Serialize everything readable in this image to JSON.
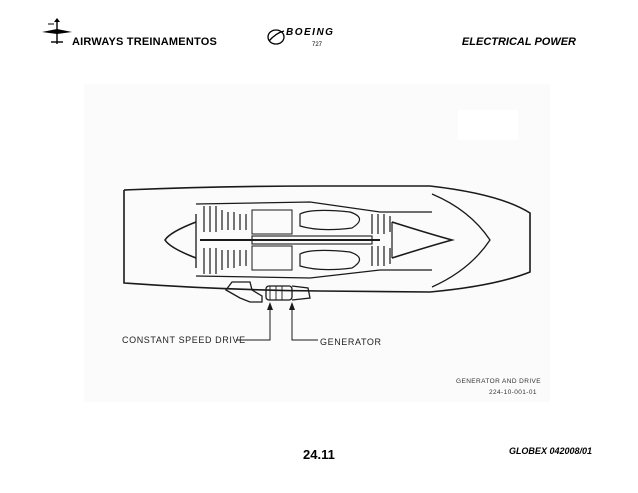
{
  "header": {
    "company": "AIRWAYS  TREINAMENTOS",
    "brand": "BOEING",
    "model": "727",
    "section": "ELECTRICAL POWER"
  },
  "diagram": {
    "labels": {
      "csd": "CONSTANT SPEED DRIVE",
      "generator": "GENERATOR"
    },
    "caption_title": "GENERATOR AND DRIVE",
    "caption_code": "224-10-001-01"
  },
  "footer": {
    "page": "24.11",
    "code": "GLOBEX 042008/01"
  },
  "icons": {
    "company_logo": "airplane-icon",
    "brand_logo": "boeing-logo-icon"
  }
}
